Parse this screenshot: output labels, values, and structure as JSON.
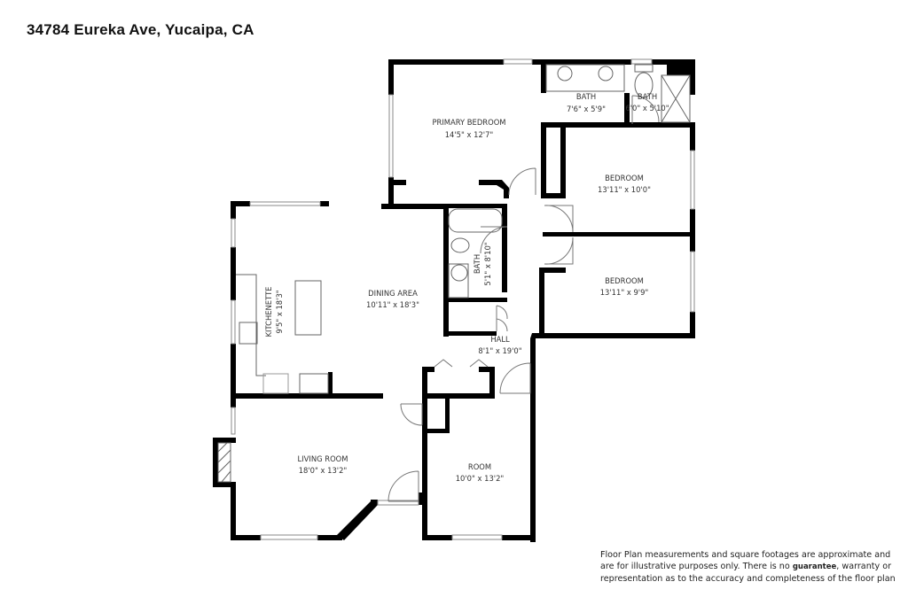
{
  "header": {
    "title": "34784 Eureka Ave, Yucaipa, CA"
  },
  "rooms": [
    {
      "id": "primary-bedroom",
      "name": "PRIMARY BEDROOM",
      "size": "14'5\" x 12'7\""
    },
    {
      "id": "bath-1",
      "name": "BATH",
      "size": "7'6\" x 5'9\""
    },
    {
      "id": "bath-2",
      "name": "BATH",
      "size": "6'0\" x 5'10\""
    },
    {
      "id": "bedroom-1",
      "name": "BEDROOM",
      "size": "13'11\" x 10'0\""
    },
    {
      "id": "bedroom-2",
      "name": "BEDROOM",
      "size": "13'11\" x 9'9\""
    },
    {
      "id": "kitchenette",
      "name": "KITCHENETTE",
      "size": "9'5\" x 18'3\""
    },
    {
      "id": "dining-area",
      "name": "DINING AREA",
      "size": "10'11\" x 18'3\""
    },
    {
      "id": "bath-3",
      "name": "BATH",
      "size": "5'1\" x 8'10\""
    },
    {
      "id": "hall",
      "name": "HALL",
      "size": "8'1\" x 19'0\""
    },
    {
      "id": "living-room",
      "name": "LIVING ROOM",
      "size": "18'0\" x 13'2\""
    },
    {
      "id": "room",
      "name": "ROOM",
      "size": "10'0\" x 13'2\""
    }
  ],
  "disclaimer": {
    "part1": "Floor Plan measurements and square footages are approximate and are for illustrative purposes only. There is no ",
    "emphasis": "guarantee",
    "part2": ", warranty or representation as to the accuracy and completeness of the floor plan"
  },
  "colors": {
    "wall": "#000000",
    "fixture": "#555555",
    "background": "#ffffff"
  }
}
